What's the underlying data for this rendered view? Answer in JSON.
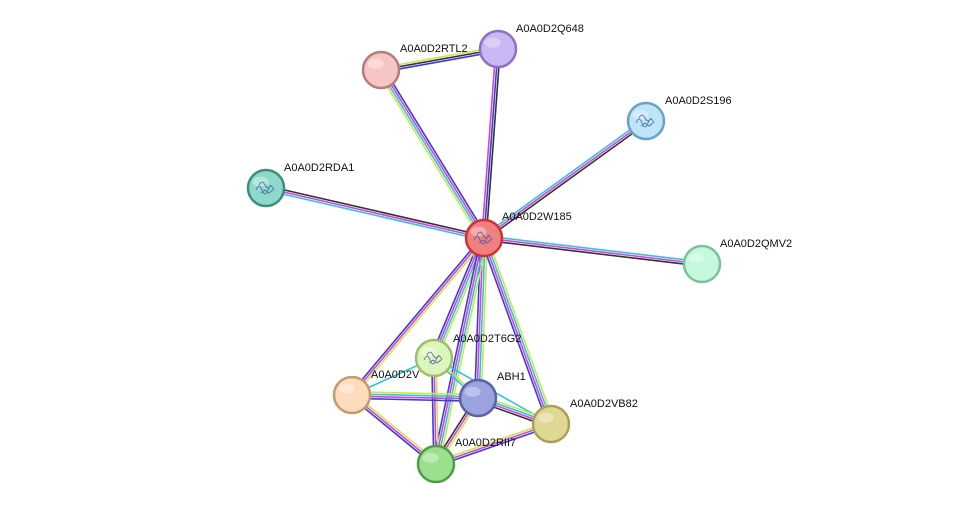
{
  "network": {
    "nodes": [
      {
        "id": "A0A0D2W185",
        "label": "A0A0D2W185",
        "fill": "#f08080",
        "stroke": "#cc3333",
        "icon": "protein-structure-icon",
        "hasStructure": true
      },
      {
        "id": "A0A0D2RTL2",
        "label": "A0A0D2RTL2",
        "fill": "#f6c6c4",
        "stroke": "#b87a7a",
        "icon": "",
        "hasStructure": false
      },
      {
        "id": "A0A0D2Q648",
        "label": "A0A0D2Q648",
        "fill": "#c9b6f2",
        "stroke": "#8a72c2",
        "icon": "",
        "hasStructure": false
      },
      {
        "id": "A0A0D2S196",
        "label": "A0A0D2S196",
        "fill": "#bfe3f7",
        "stroke": "#6aa2c6",
        "icon": "protein-structure-icon",
        "hasStructure": true
      },
      {
        "id": "A0A0D2RDA1",
        "label": "A0A0D2RDA1",
        "fill": "#8fd9cc",
        "stroke": "#3e8e80",
        "icon": "protein-structure-icon",
        "hasStructure": true
      },
      {
        "id": "A0A0D2QMV2",
        "label": "A0A0D2QMV2",
        "fill": "#c4f7dc",
        "stroke": "#7ac49c",
        "icon": "",
        "hasStructure": false
      },
      {
        "id": "A0A0D2T6G2",
        "label": "A0A0D2T6G2",
        "fill": "#dcf5b8",
        "stroke": "#9cbf6c",
        "icon": "protein-structure-icon",
        "hasStructure": true
      },
      {
        "id": "A0A0D2V",
        "label": "A0A0D2V",
        "fill": "#fcdcbc",
        "stroke": "#c49a70",
        "icon": "",
        "hasStructure": false
      },
      {
        "id": "ABH1",
        "label": "ABH1",
        "fill": "#9aa2e0",
        "stroke": "#5a62a8",
        "icon": "",
        "hasStructure": false
      },
      {
        "id": "A0A0D2VB82",
        "label": "A0A0D2VB82",
        "fill": "#ddd894",
        "stroke": "#a8a254",
        "icon": "",
        "hasStructure": false
      },
      {
        "id": "A0A0D2RII7",
        "label": "A0A0D2RII7",
        "fill": "#9ae08e",
        "stroke": "#4f9e44",
        "icon": "",
        "hasStructure": false
      }
    ],
    "edges": [
      {
        "source": "A0A0D2W185",
        "target": "A0A0D2RTL2",
        "colors": [
          "#c6e84e",
          "#34c2e0",
          "#d345d3",
          "#3c3cd6"
        ]
      },
      {
        "source": "A0A0D2W185",
        "target": "A0A0D2Q648",
        "colors": [
          "#d345d3",
          "#3c3cd6",
          "#333333"
        ]
      },
      {
        "source": "A0A0D2RTL2",
        "target": "A0A0D2Q648",
        "colors": [
          "#c6e84e",
          "#333333",
          "#3c3cd6"
        ]
      },
      {
        "source": "A0A0D2W185",
        "target": "A0A0D2S196",
        "colors": [
          "#34c2e0",
          "#d345d3",
          "#333333"
        ]
      },
      {
        "source": "A0A0D2W185",
        "target": "A0A0D2RDA1",
        "colors": [
          "#34c2e0",
          "#d345d3",
          "#333333"
        ]
      },
      {
        "source": "A0A0D2W185",
        "target": "A0A0D2QMV2",
        "colors": [
          "#34c2e0",
          "#d345d3",
          "#333333"
        ]
      },
      {
        "source": "A0A0D2W185",
        "target": "A0A0D2T6G2",
        "colors": [
          "#c6e84e",
          "#34c2e0",
          "#d345d3",
          "#3c3cd6"
        ]
      },
      {
        "source": "A0A0D2W185",
        "target": "A0A0D2V",
        "colors": [
          "#c6e84e",
          "#d345d3",
          "#3c3cd6"
        ]
      },
      {
        "source": "A0A0D2W185",
        "target": "ABH1",
        "colors": [
          "#c6e84e",
          "#34c2e0",
          "#d345d3",
          "#3c3cd6"
        ]
      },
      {
        "source": "A0A0D2W185",
        "target": "A0A0D2VB82",
        "colors": [
          "#c6e84e",
          "#34c2e0",
          "#d345d3",
          "#3c3cd6"
        ]
      },
      {
        "source": "A0A0D2W185",
        "target": "A0A0D2RII7",
        "colors": [
          "#c6e84e",
          "#34c2e0",
          "#d345d3",
          "#3c3cd6"
        ]
      },
      {
        "source": "A0A0D2T6G2",
        "target": "A0A0D2V",
        "colors": [
          "#34c2e0"
        ]
      },
      {
        "source": "A0A0D2T6G2",
        "target": "ABH1",
        "colors": [
          "#c6e84e",
          "#34c2e0"
        ]
      },
      {
        "source": "A0A0D2T6G2",
        "target": "A0A0D2RII7",
        "colors": [
          "#c6e84e",
          "#d345d3",
          "#3c3cd6"
        ]
      },
      {
        "source": "A0A0D2T6G2",
        "target": "A0A0D2VB82",
        "colors": [
          "#34c2e0"
        ]
      },
      {
        "source": "A0A0D2V",
        "target": "ABH1",
        "colors": [
          "#c6e84e",
          "#34c2e0",
          "#d345d3",
          "#3c3cd6"
        ]
      },
      {
        "source": "A0A0D2V",
        "target": "A0A0D2RII7",
        "colors": [
          "#c6e84e",
          "#d345d3",
          "#3c3cd6"
        ]
      },
      {
        "source": "ABH1",
        "target": "A0A0D2VB82",
        "colors": [
          "#c6e84e",
          "#34c2e0",
          "#d345d3",
          "#333333"
        ]
      },
      {
        "source": "ABH1",
        "target": "A0A0D2RII7",
        "colors": [
          "#c6e84e",
          "#d345d3",
          "#333333"
        ]
      },
      {
        "source": "A0A0D2RII7",
        "target": "A0A0D2VB82",
        "colors": [
          "#c6e84e",
          "#d345d3",
          "#3c3cd6"
        ]
      }
    ]
  }
}
